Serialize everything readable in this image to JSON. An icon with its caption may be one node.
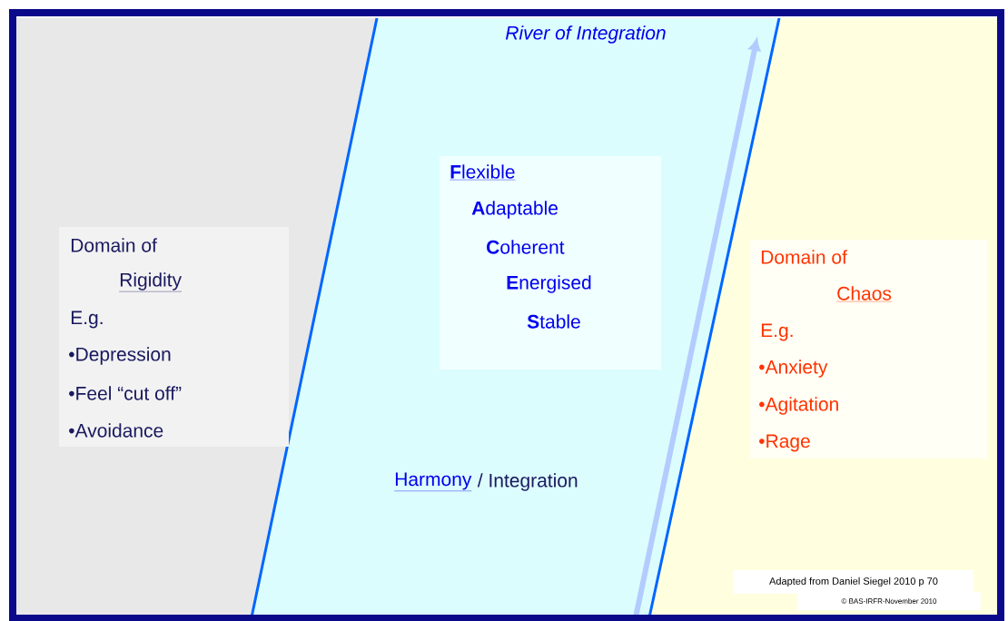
{
  "diagram": {
    "nodes": [
      {
        "text": [
          "River of Integration",
          "Harmony",
          "/ Integration"
        ]
      },
      {
        "text": [
          "**F**lexible",
          "**A**daptable",
          "**C**oherent",
          "**E**nergised",
          "**S**table"
        ],
        "in": 0
      },
      {
        "text": [
          "Domain of",
          "Rigidity",
          "E.g.",
          "•Depression",
          "•Feel “cut off”",
          "•Avoidance"
        ]
      },
      {
        "text": [
          "Domain of",
          "Chaos",
          "E.g.",
          "•Anxiety",
          "•Agitation",
          "•Rage"
        ]
      }
    ],
    "labels": [
      "Adapted from Daniel Siegel 2010 p 70",
      "© BAS-IRFR-November 2010"
    ]
  }
}
